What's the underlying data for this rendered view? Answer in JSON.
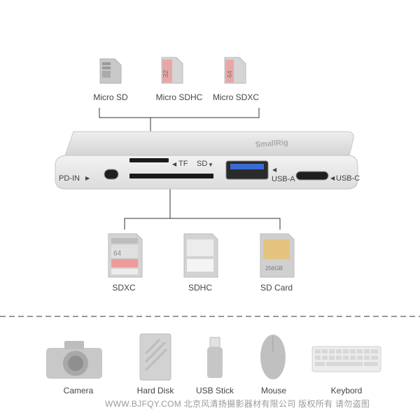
{
  "micro_cards": [
    {
      "label": "Micro SD",
      "capacity": ""
    },
    {
      "label": "Micro SDHC",
      "capacity": "32"
    },
    {
      "label": "Micro SDXC",
      "capacity": "64"
    }
  ],
  "hub": {
    "brand": "SmallRig",
    "ports": {
      "pd_in": "PD-IN",
      "tf": "TF",
      "sd": "SD",
      "usb_a": "USB-A",
      "usb_c": "USB-C"
    }
  },
  "sd_cards": [
    {
      "label": "SDXC",
      "capacity": "64"
    },
    {
      "label": "SDHC",
      "capacity": ""
    },
    {
      "label": "SD Card",
      "capacity": "256GB"
    }
  ],
  "devices": [
    {
      "label": "Camera",
      "icon": "camera-icon"
    },
    {
      "label": "Hard Disk",
      "icon": "hard-disk-icon"
    },
    {
      "label": "USB Stick",
      "icon": "usb-stick-icon"
    },
    {
      "label": "Mouse",
      "icon": "mouse-icon"
    },
    {
      "label": "Keybord",
      "icon": "keyboard-icon"
    }
  ],
  "watermark": "WWW.BJFQY.COM 北京风清扬摄影器材有限公司 版权所有 请勿盗图"
}
